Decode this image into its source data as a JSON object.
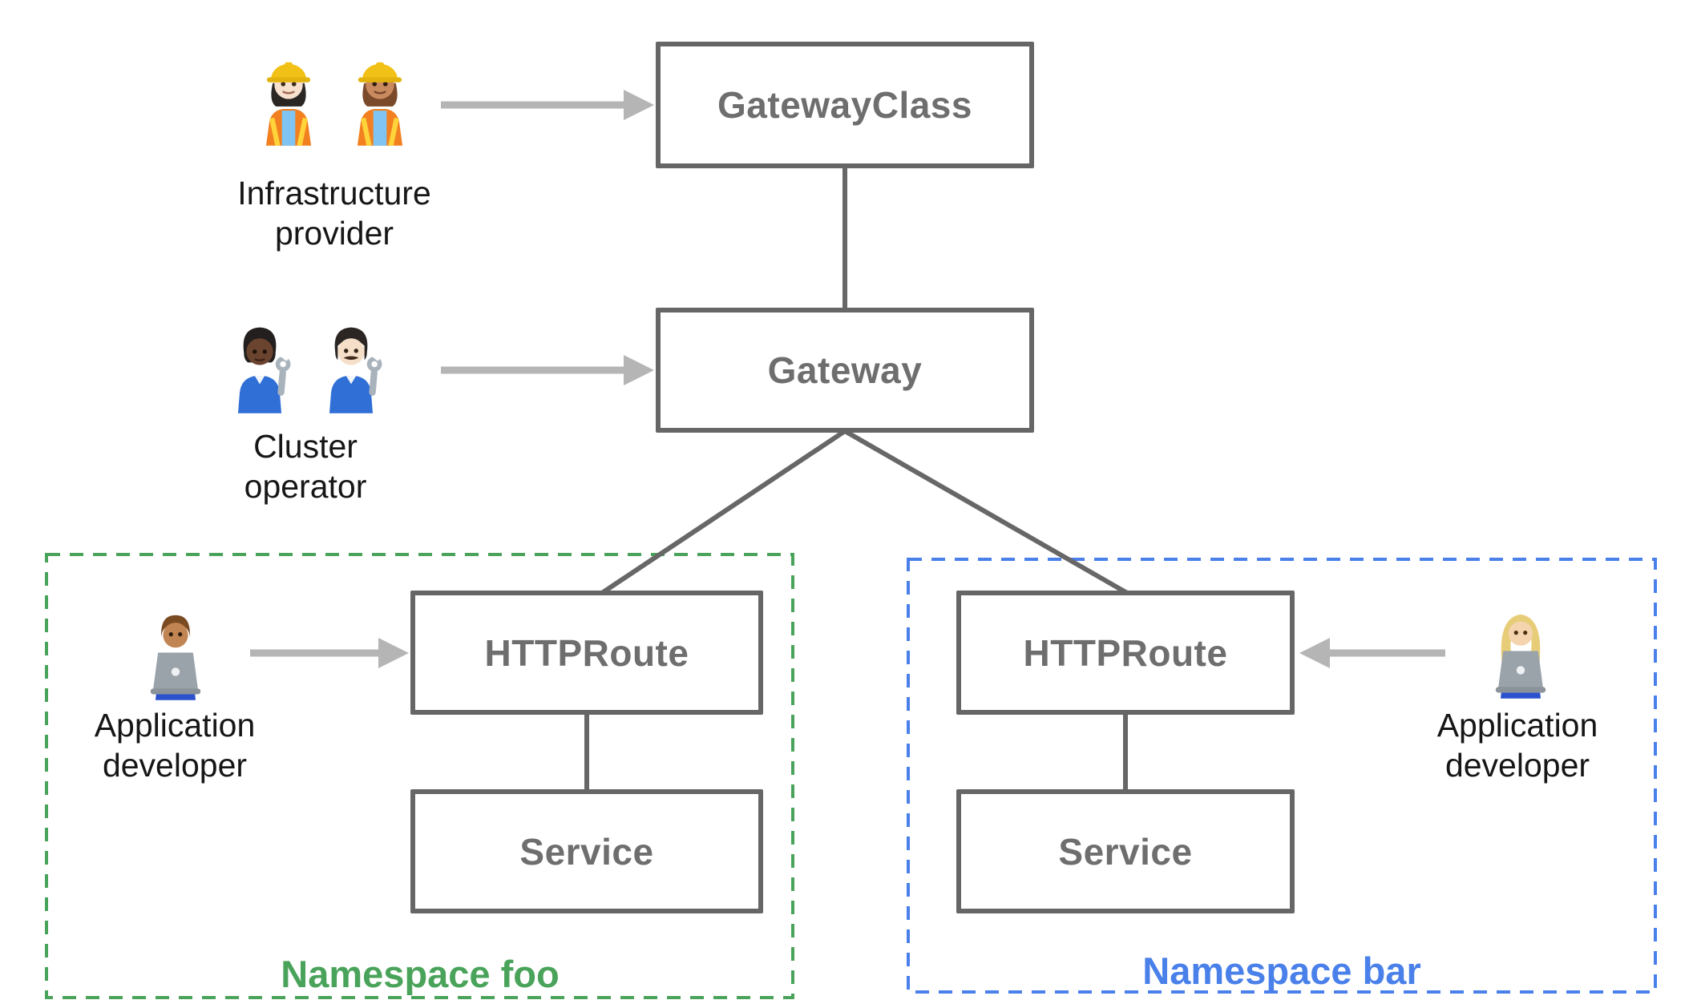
{
  "diagram": {
    "title_implicit": "Gateway API resource model",
    "colors": {
      "box_border": "#666666",
      "box_text": "#6e6e6e",
      "connector": "#676767",
      "arrow": "#b5b5b5",
      "persona_text": "#161616",
      "namespace_foo_accent": "#4aa35a",
      "namespace_bar_accent": "#4a80e9",
      "background": "#ffffff"
    }
  },
  "nodes": {
    "gatewayclass": {
      "label": "GatewayClass"
    },
    "gateway": {
      "label": "Gateway"
    },
    "httproute_foo": {
      "label": "HTTPRoute"
    },
    "service_foo": {
      "label": "Service"
    },
    "httproute_bar": {
      "label": "HTTPRoute"
    },
    "service_bar": {
      "label": "Service"
    }
  },
  "personas": {
    "infrastructure_provider": {
      "lines": [
        "Infrastructure",
        "provider"
      ],
      "icons": [
        "woman-construction-worker-light-skin",
        "woman-construction-worker-medium-skin"
      ]
    },
    "cluster_operator": {
      "lines": [
        "Cluster",
        "operator"
      ],
      "icons": [
        "person-mechanic-dark-skin",
        "man-mechanic-light-skin"
      ]
    },
    "app_developer_foo": {
      "lines": [
        "Application",
        "developer"
      ],
      "icons": [
        "man-technologist-medium-skin"
      ]
    },
    "app_developer_bar": {
      "lines": [
        "Application",
        "developer"
      ],
      "icons": [
        "woman-technologist-blonde"
      ]
    }
  },
  "namespaces": {
    "foo": {
      "label": "Namespace foo"
    },
    "bar": {
      "label": "Namespace bar"
    }
  }
}
